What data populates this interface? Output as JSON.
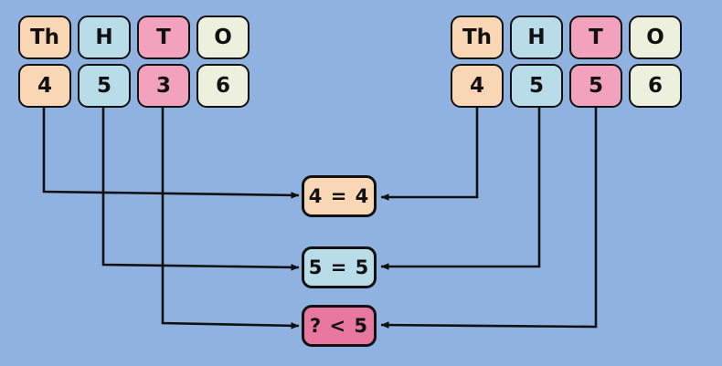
{
  "background_color": "#8fb2e0",
  "palette": {
    "peach": "#fad7b4",
    "blue": "#b8dce8",
    "pink": "#f2a2bc",
    "cream": "#edf0dc",
    "pink_strong": "#e8789f",
    "outline": "#111111"
  },
  "left_grid": {
    "headers": [
      {
        "label": "Th",
        "color": "peach"
      },
      {
        "label": "H",
        "color": "blue"
      },
      {
        "label": "T",
        "color": "pink"
      },
      {
        "label": "O",
        "color": "cream"
      }
    ],
    "digits": [
      {
        "label": "4",
        "color": "peach"
      },
      {
        "label": "5",
        "color": "blue"
      },
      {
        "label": "3",
        "color": "pink"
      },
      {
        "label": "6",
        "color": "cream"
      }
    ]
  },
  "right_grid": {
    "headers": [
      {
        "label": "Th",
        "color": "peach"
      },
      {
        "label": "H",
        "color": "blue"
      },
      {
        "label": "T",
        "color": "pink"
      },
      {
        "label": "O",
        "color": "cream"
      }
    ],
    "digits": [
      {
        "label": "4",
        "color": "peach"
      },
      {
        "label": "5",
        "color": "blue"
      },
      {
        "label": "5",
        "color": "pink"
      },
      {
        "label": "6",
        "color": "cream"
      }
    ]
  },
  "results": [
    {
      "label": "4 = 4",
      "color": "peach"
    },
    {
      "label": "5 = 5",
      "color": "blue"
    },
    {
      "label": "? < 5",
      "color": "pink_strong"
    }
  ]
}
